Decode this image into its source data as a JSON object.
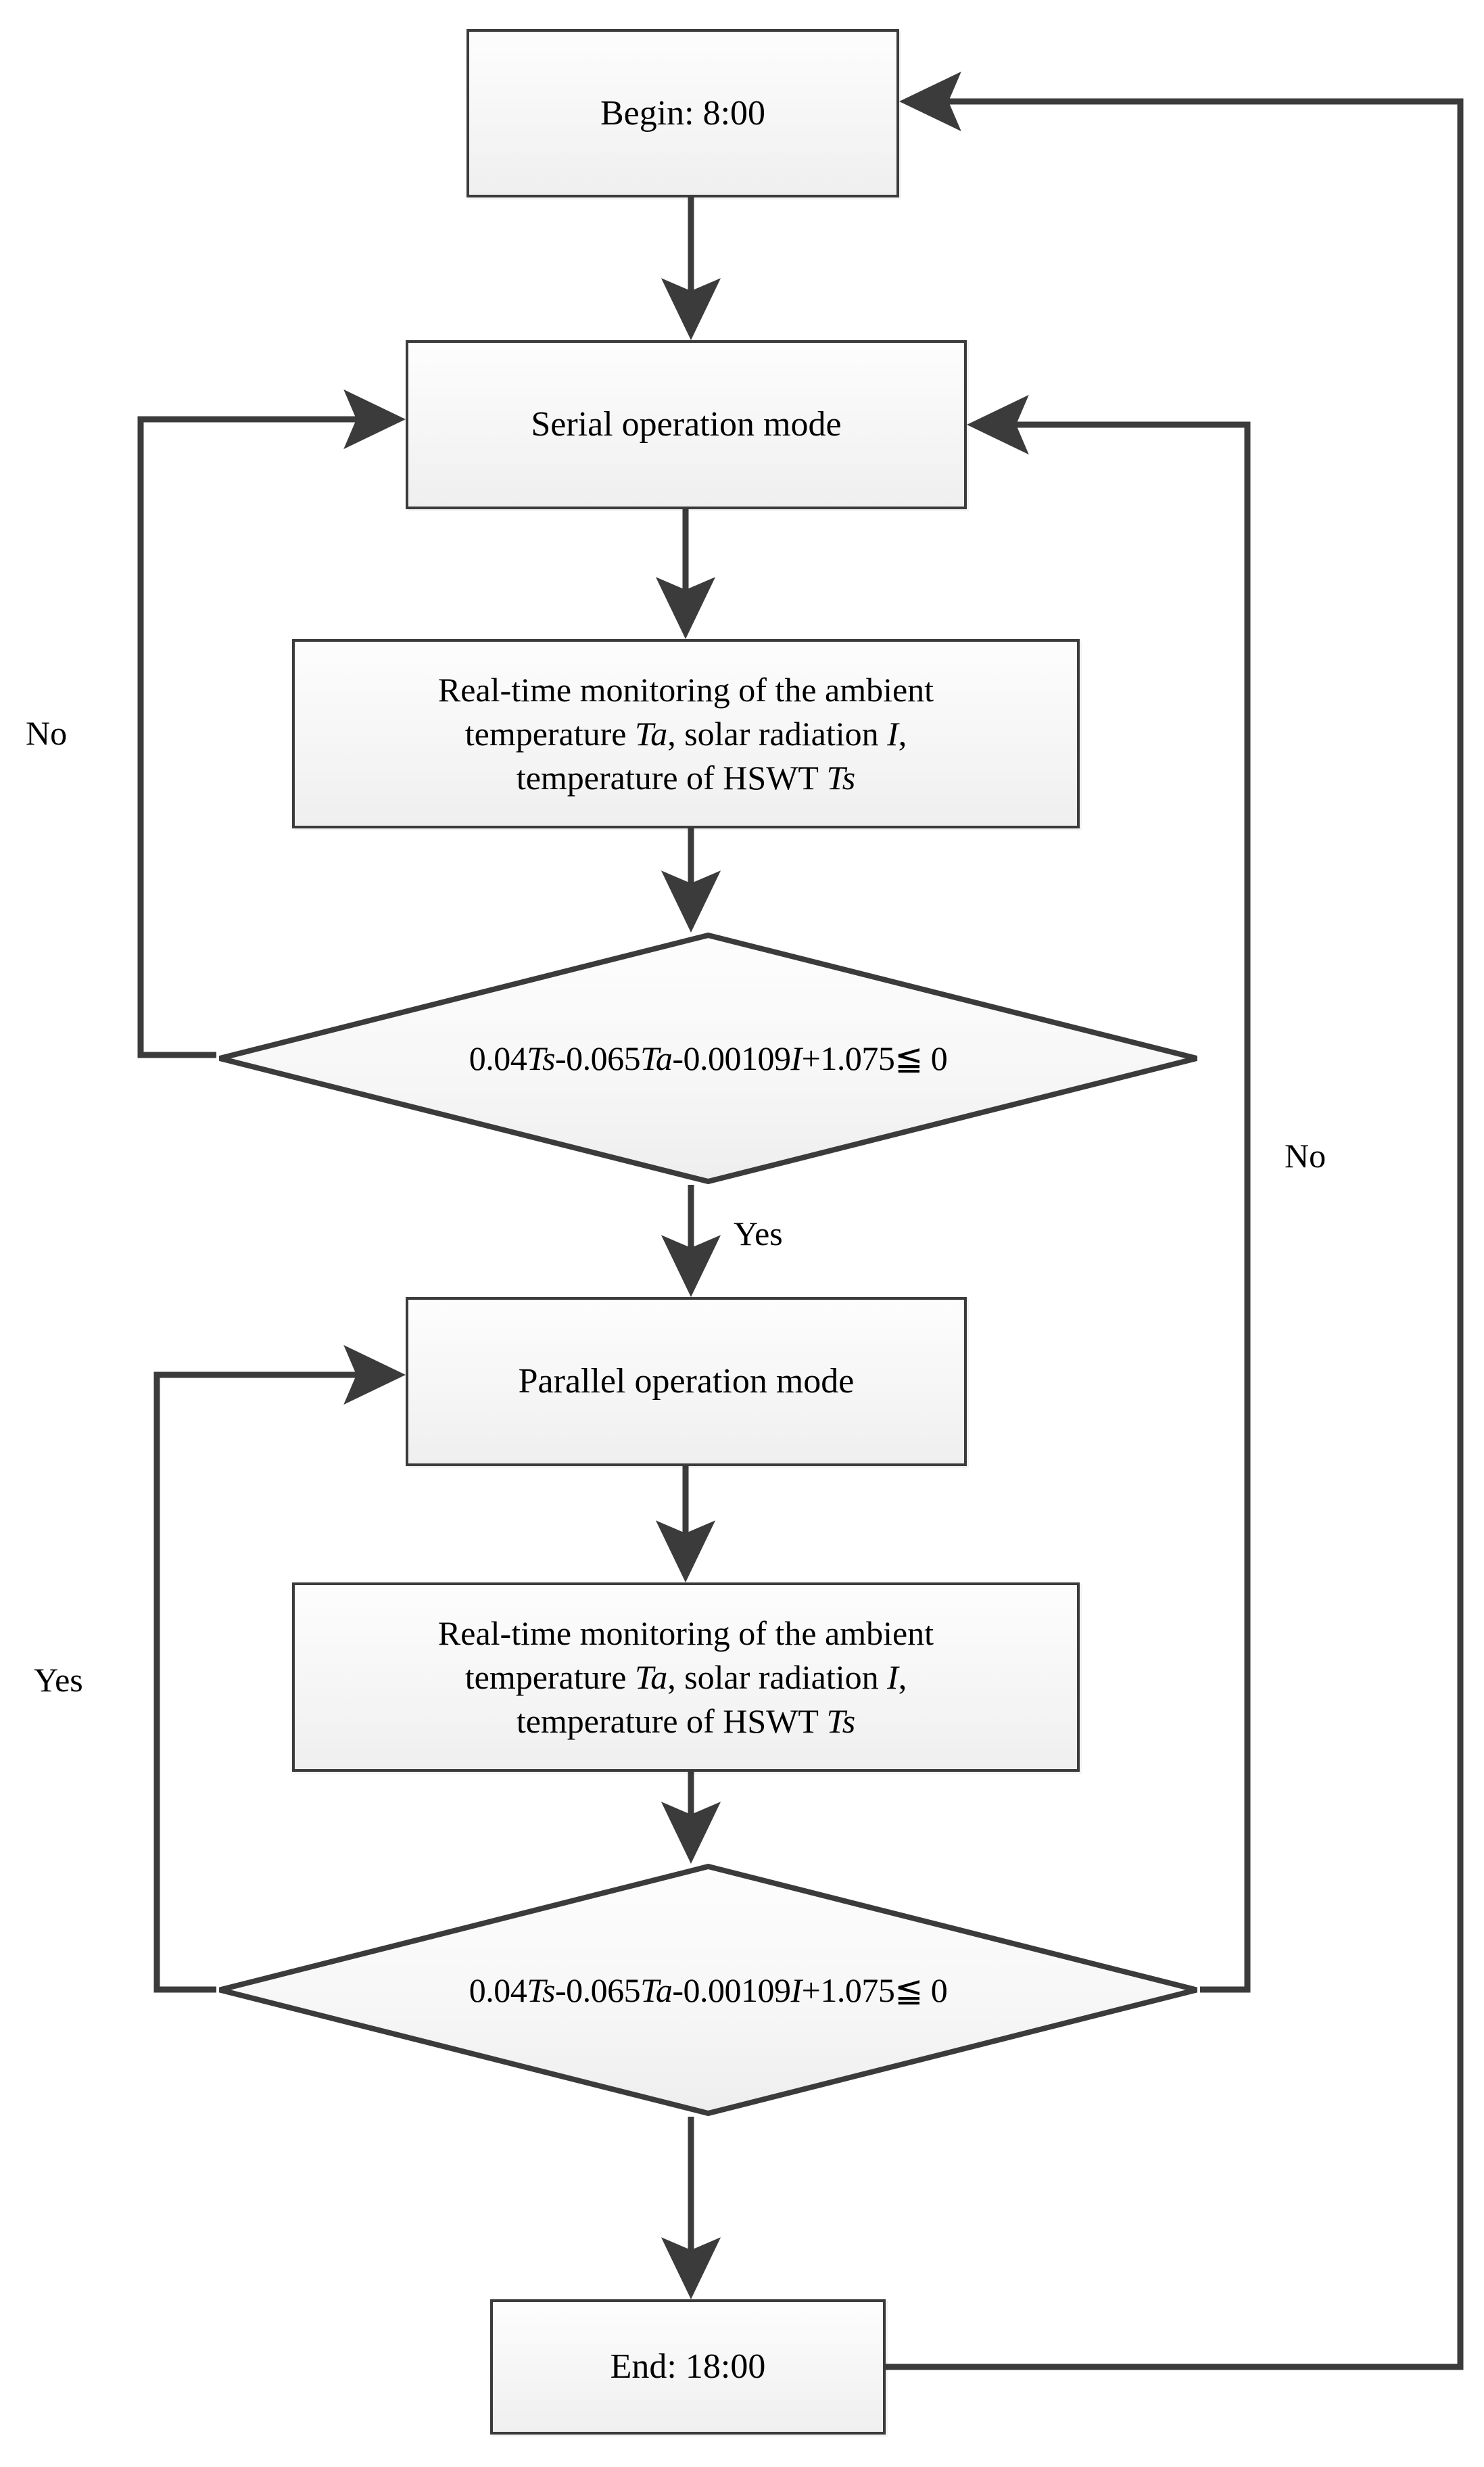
{
  "diagram": {
    "type": "flowchart",
    "title_text": "",
    "background_color": "#ffffff",
    "line_color": "#3b3b3b",
    "node_fill": "#f5f5f5",
    "node_border": "#3b3b3b",
    "text_color": "#000000"
  },
  "nodes": {
    "begin": {
      "label": "Begin: 8:00",
      "shape": "rectangle"
    },
    "serial_mode": {
      "label": "Serial operation mode",
      "shape": "rectangle"
    },
    "monitor_1": {
      "shape": "rectangle",
      "line1": "Real-time monitoring of the ambient",
      "line2_a": "temperature ",
      "line2_var1": "Ta",
      "line2_b": ", solar radiation ",
      "line2_var2": "I",
      "line2_c": ",",
      "line3_a": "temperature  of HSWT ",
      "line3_var": "Ts"
    },
    "decision_1": {
      "shape": "diamond",
      "expr_a": "0.04",
      "expr_var1": "Ts",
      "expr_b": "-0.065",
      "expr_var2": "Ta",
      "expr_c": "-0.00109",
      "expr_var3": "I",
      "expr_d": "+1.075≦ 0",
      "full_text": "0.04Ts-0.065Ta-0.00109I+1.075≦0"
    },
    "parallel_mode": {
      "label": "Parallel operation mode",
      "shape": "rectangle"
    },
    "monitor_2": {
      "shape": "rectangle",
      "line1": "Real-time monitoring of the ambient",
      "line2_a": "temperature ",
      "line2_var1": "Ta",
      "line2_b": ", solar radiation ",
      "line2_var2": "I",
      "line2_c": ",",
      "line3_a": "temperature  of HSWT ",
      "line3_var": "Ts"
    },
    "decision_2": {
      "shape": "diamond",
      "expr_a": "0.04",
      "expr_var1": "Ts",
      "expr_b": "-0.065",
      "expr_var2": "Ta",
      "expr_c": "-0.00109",
      "expr_var3": "I",
      "expr_d": "+1.075≦ 0",
      "full_text": "0.04Ts-0.065Ta-0.00109I+1.075≦0"
    },
    "end": {
      "label": "End: 18:00",
      "shape": "rectangle"
    }
  },
  "edge_labels": {
    "no_left": "No",
    "yes_center": "Yes",
    "no_right": "No",
    "yes_left": "Yes"
  }
}
